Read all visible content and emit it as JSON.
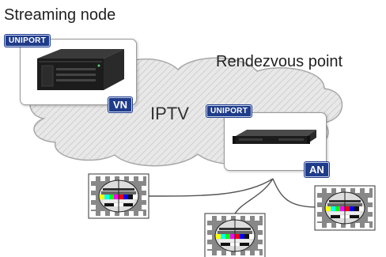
{
  "diagram": {
    "streaming_node_label": "Streaming node",
    "rendezvous_label": "Rendezvous point",
    "cloud_label": "IPTV",
    "vn": {
      "brand": "UNIPORT",
      "role": "VN"
    },
    "an": {
      "brand": "UNIPORT",
      "role": "AN"
    },
    "colors": {
      "badge": "#1f3c8a",
      "cloud_fill": "#e6e6e6",
      "cloud_stroke": "#a8a8a8",
      "link": "#555555"
    },
    "icons": [
      "cloud-icon",
      "server-4u-icon",
      "server-1u-icon",
      "test-pattern-icon"
    ]
  }
}
